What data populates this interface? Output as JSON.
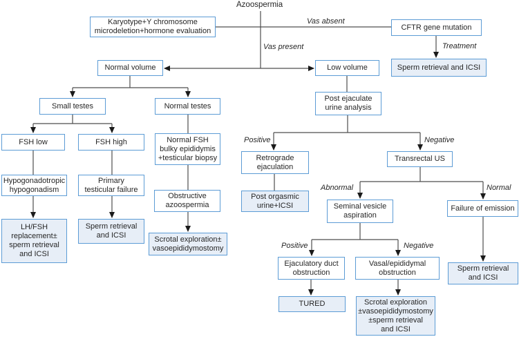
{
  "root": {
    "label": "Azoospermia"
  },
  "nodes": {
    "karyotype": {
      "label": "Karyotype+Y chromosome\nmicrodeletion+hormone evaluation"
    },
    "cftr": {
      "label": "CFTR gene mutation"
    },
    "sperm_icsi_top": {
      "label": "Sperm retrieval and ICSI"
    },
    "normal_volume": {
      "label": "Normal volume"
    },
    "low_volume": {
      "label": "Low volume"
    },
    "small_testes": {
      "label": "Small testes"
    },
    "normal_testes": {
      "label": "Normal testes"
    },
    "post_ejaculate": {
      "label": "Post ejaculate\nurine analysis"
    },
    "fsh_low": {
      "label": "FSH low"
    },
    "fsh_high": {
      "label": "FSH high"
    },
    "normal_fsh": {
      "label": "Normal FSH\nbulky epididymis\n+testicular biopsy"
    },
    "hypogonadotropic": {
      "label": "Hypogonadotropic\nhypogonadism"
    },
    "primary_failure": {
      "label": "Primary\ntesticular failure"
    },
    "obstructive": {
      "label": "Obstructive\nazoospermia"
    },
    "lhfsh_replacement": {
      "label": "LH/FSH\nreplacement±\nsperm retrieval\nand ICSI"
    },
    "sperm_icsi_left": {
      "label": "Sperm retrieval\nand ICSI"
    },
    "scrotal_vaso": {
      "label": "Scrotal exploration±\nvasoepididymostomy"
    },
    "retrograde": {
      "label": "Retrograde\nejaculation"
    },
    "post_orgasmic": {
      "label": "Post orgasmic\nurine+ICSI"
    },
    "transrectal": {
      "label": "Transrectal US"
    },
    "seminal": {
      "label": "Seminal vesicle\naspiration"
    },
    "failure_emission": {
      "label": "Failure of emission"
    },
    "ejaculatory": {
      "label": "Ejaculatory duct\nobstruction"
    },
    "vasal": {
      "label": "Vasal/epididymal\nobstruction"
    },
    "sperm_icsi_right": {
      "label": "Sperm retrieval\nand ICSI"
    },
    "tured": {
      "label": "TURED"
    },
    "scrotal_big": {
      "label": "Scrotal exploration\n±vasoepididymostomy\n±sperm retrieval\nand ICSI"
    }
  },
  "edge_labels": {
    "vas_absent": "Vas absent",
    "vas_present": "Vas present",
    "treatment": "Treatment",
    "positive_urine": "Positive",
    "negative_urine": "Negative",
    "abnormal": "Abnormal",
    "normal_us": "Normal",
    "positive_sva": "Positive",
    "negative_sva": "Negative"
  },
  "colors": {
    "box_border": "#5b9bd5",
    "shaded_fill": "#e7eef7",
    "white_fill": "#ffffff",
    "line": "#4d4d4d",
    "arrowhead": "#1a1a1a",
    "text": "#262626"
  }
}
